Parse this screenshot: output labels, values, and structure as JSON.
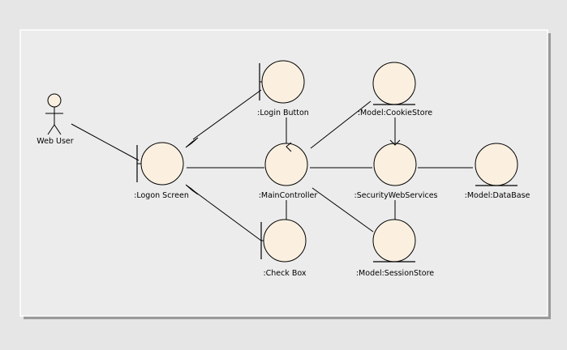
{
  "diagram": {
    "actor": {
      "label": "Web User"
    },
    "boundaries": [
      {
        "id": "logon",
        "label": ":Logon Screen"
      },
      {
        "id": "login_button",
        "label": ":Login Button"
      },
      {
        "id": "check_box",
        "label": ":Check Box"
      }
    ],
    "controls": [
      {
        "id": "main",
        "label": ":MainController"
      },
      {
        "id": "security",
        "label": ":SecurityWebServices"
      }
    ],
    "entities": [
      {
        "id": "cookie",
        "label": ":Model:CookieStore"
      },
      {
        "id": "session",
        "label": ":Model:SessionStore"
      },
      {
        "id": "database",
        "label": ":Model:DataBase"
      }
    ],
    "connections": [
      {
        "from": "actor",
        "to": "logon",
        "end": "none"
      },
      {
        "from": "logon",
        "to": "login_button",
        "end": "aggregation"
      },
      {
        "from": "logon",
        "to": "check_box",
        "end": "aggregation"
      },
      {
        "from": "logon",
        "to": "main",
        "end": "none"
      },
      {
        "from": "login_button",
        "to": "main",
        "end": "none"
      },
      {
        "from": "main",
        "to": "check_box",
        "end": "none"
      },
      {
        "from": "main",
        "to": "cookie",
        "end": "none"
      },
      {
        "from": "main",
        "to": "security",
        "end": "none"
      },
      {
        "from": "main",
        "to": "session",
        "end": "none"
      },
      {
        "from": "cookie",
        "to": "security",
        "end": "none"
      },
      {
        "from": "security",
        "to": "session",
        "end": "none"
      },
      {
        "from": "security",
        "to": "database",
        "end": "none"
      }
    ]
  },
  "colors": {
    "canvas": "#e6e6e6",
    "frame": "#ececec",
    "shadow": "#9a9a9a",
    "shape_fill": "#fbf0e0",
    "stroke": "#000000"
  }
}
